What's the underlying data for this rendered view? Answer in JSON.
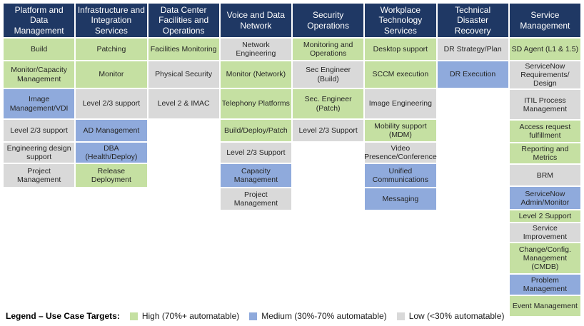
{
  "colors": {
    "header_bg": "#1f3864",
    "header_text": "#ffffff",
    "cell_text": "#262626",
    "high": "#c5e0a2",
    "medium": "#8faadc",
    "low": "#d9d9d9"
  },
  "legend": {
    "label": "Legend – Use Case Targets:",
    "items": [
      {
        "key": "high",
        "color": "#c5e0a2",
        "label": "High (70%+ automatable)"
      },
      {
        "key": "medium",
        "color": "#8faadc",
        "label": "Medium (30%-70% automatable)"
      },
      {
        "key": "low",
        "color": "#d9d9d9",
        "label": "Low (<30% automatable)"
      }
    ]
  },
  "columns": [
    {
      "title": "Platform and Data Management",
      "cells": [
        {
          "label": "Build",
          "status": "high"
        },
        {
          "label": "Monitor/Capacity Management",
          "status": "high"
        },
        {
          "label": "Image Management/VDI",
          "status": "medium"
        },
        {
          "label": "Level 2/3 support",
          "status": "low"
        },
        {
          "label": "Engineering design support",
          "status": "low"
        },
        {
          "label": "Project Management",
          "status": "low"
        }
      ]
    },
    {
      "title": "Infrastructure and Integration Services",
      "cells": [
        {
          "label": "Patching",
          "status": "high"
        },
        {
          "label": "Monitor",
          "status": "high"
        },
        {
          "label": "Level 2/3 support",
          "status": "low"
        },
        {
          "label": "AD Management",
          "status": "medium"
        },
        {
          "label": "DBA (Health/Deploy)",
          "status": "medium"
        },
        {
          "label": "Release Deployment",
          "status": "high"
        }
      ]
    },
    {
      "title": "Data Center Facilities and Operations",
      "cells": [
        {
          "label": "Facilities Monitoring",
          "status": "high"
        },
        {
          "label": "Physical Security",
          "status": "low"
        },
        {
          "label": "Level 2 & IMAC",
          "status": "low"
        }
      ]
    },
    {
      "title": "Voice and Data Network",
      "cells": [
        {
          "label": "Network Engineering",
          "status": "low"
        },
        {
          "label": "Monitor (Network)",
          "status": "high"
        },
        {
          "label": "Telephony Platforms",
          "status": "high"
        },
        {
          "label": "Build/Deploy/Patch",
          "status": "high"
        },
        {
          "label": "Level 2/3 Support",
          "status": "low"
        },
        {
          "label": "Capacity Management",
          "status": "medium"
        },
        {
          "label": "Project Management",
          "status": "low"
        }
      ]
    },
    {
      "title": "Security Operations",
      "cells": [
        {
          "label": "Monitoring and Operations",
          "status": "high"
        },
        {
          "label": "Sec Engineer (Build)",
          "status": "low"
        },
        {
          "label": "Sec. Engineer (Patch)",
          "status": "high"
        },
        {
          "label": "Level 2/3 Support",
          "status": "low"
        }
      ]
    },
    {
      "title": "Workplace Technology Services",
      "cells": [
        {
          "label": "Desktop support",
          "status": "high"
        },
        {
          "label": "SCCM execution",
          "status": "high"
        },
        {
          "label": "Image Engineering",
          "status": "low"
        },
        {
          "label": "Mobility support (MDM)",
          "status": "high"
        },
        {
          "label": "Video Presence/Conference",
          "status": "low"
        },
        {
          "label": "Unified Communications",
          "status": "medium"
        },
        {
          "label": "Messaging",
          "status": "medium"
        }
      ]
    },
    {
      "title": "Technical Disaster Recovery",
      "cells": [
        {
          "label": "DR Strategy/Plan",
          "status": "low"
        },
        {
          "label": "DR Execution",
          "status": "medium"
        }
      ]
    },
    {
      "title": "Service Management",
      "cells": [
        {
          "label": "SD Agent (L1 & 1.5)",
          "status": "high"
        },
        {
          "label": "ServiceNow Requirements/ Design",
          "status": "low"
        },
        {
          "label": "ITIL Process Management",
          "status": "low"
        },
        {
          "label": "Access request fulfillment",
          "status": "high"
        },
        {
          "label": "Reporting and Metrics",
          "status": "high"
        },
        {
          "label": "BRM",
          "status": "low"
        },
        {
          "label": "ServiceNow Admin/Monitor",
          "status": "medium"
        },
        {
          "label": "Level 2 Support",
          "status": "high"
        },
        {
          "label": "Service Improvement",
          "status": "low"
        },
        {
          "label": "Change/Config. Management (CMDB)",
          "status": "high"
        },
        {
          "label": "Problem Management",
          "status": "medium"
        },
        {
          "label": "Event Management",
          "status": "high"
        }
      ]
    }
  ]
}
